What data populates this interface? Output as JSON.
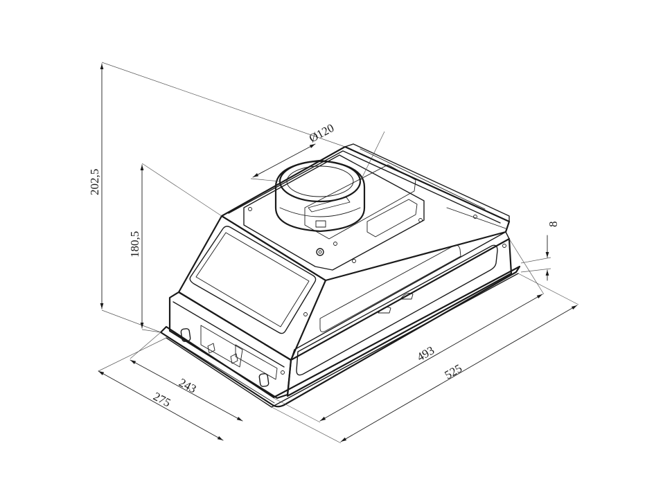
{
  "dimensions": {
    "total_height": "202,5",
    "body_height": "180,5",
    "duct_diameter": "Ø120",
    "flange_thickness": "8",
    "body_width": "493",
    "total_width": "525",
    "body_depth": "243",
    "total_depth": "275"
  }
}
